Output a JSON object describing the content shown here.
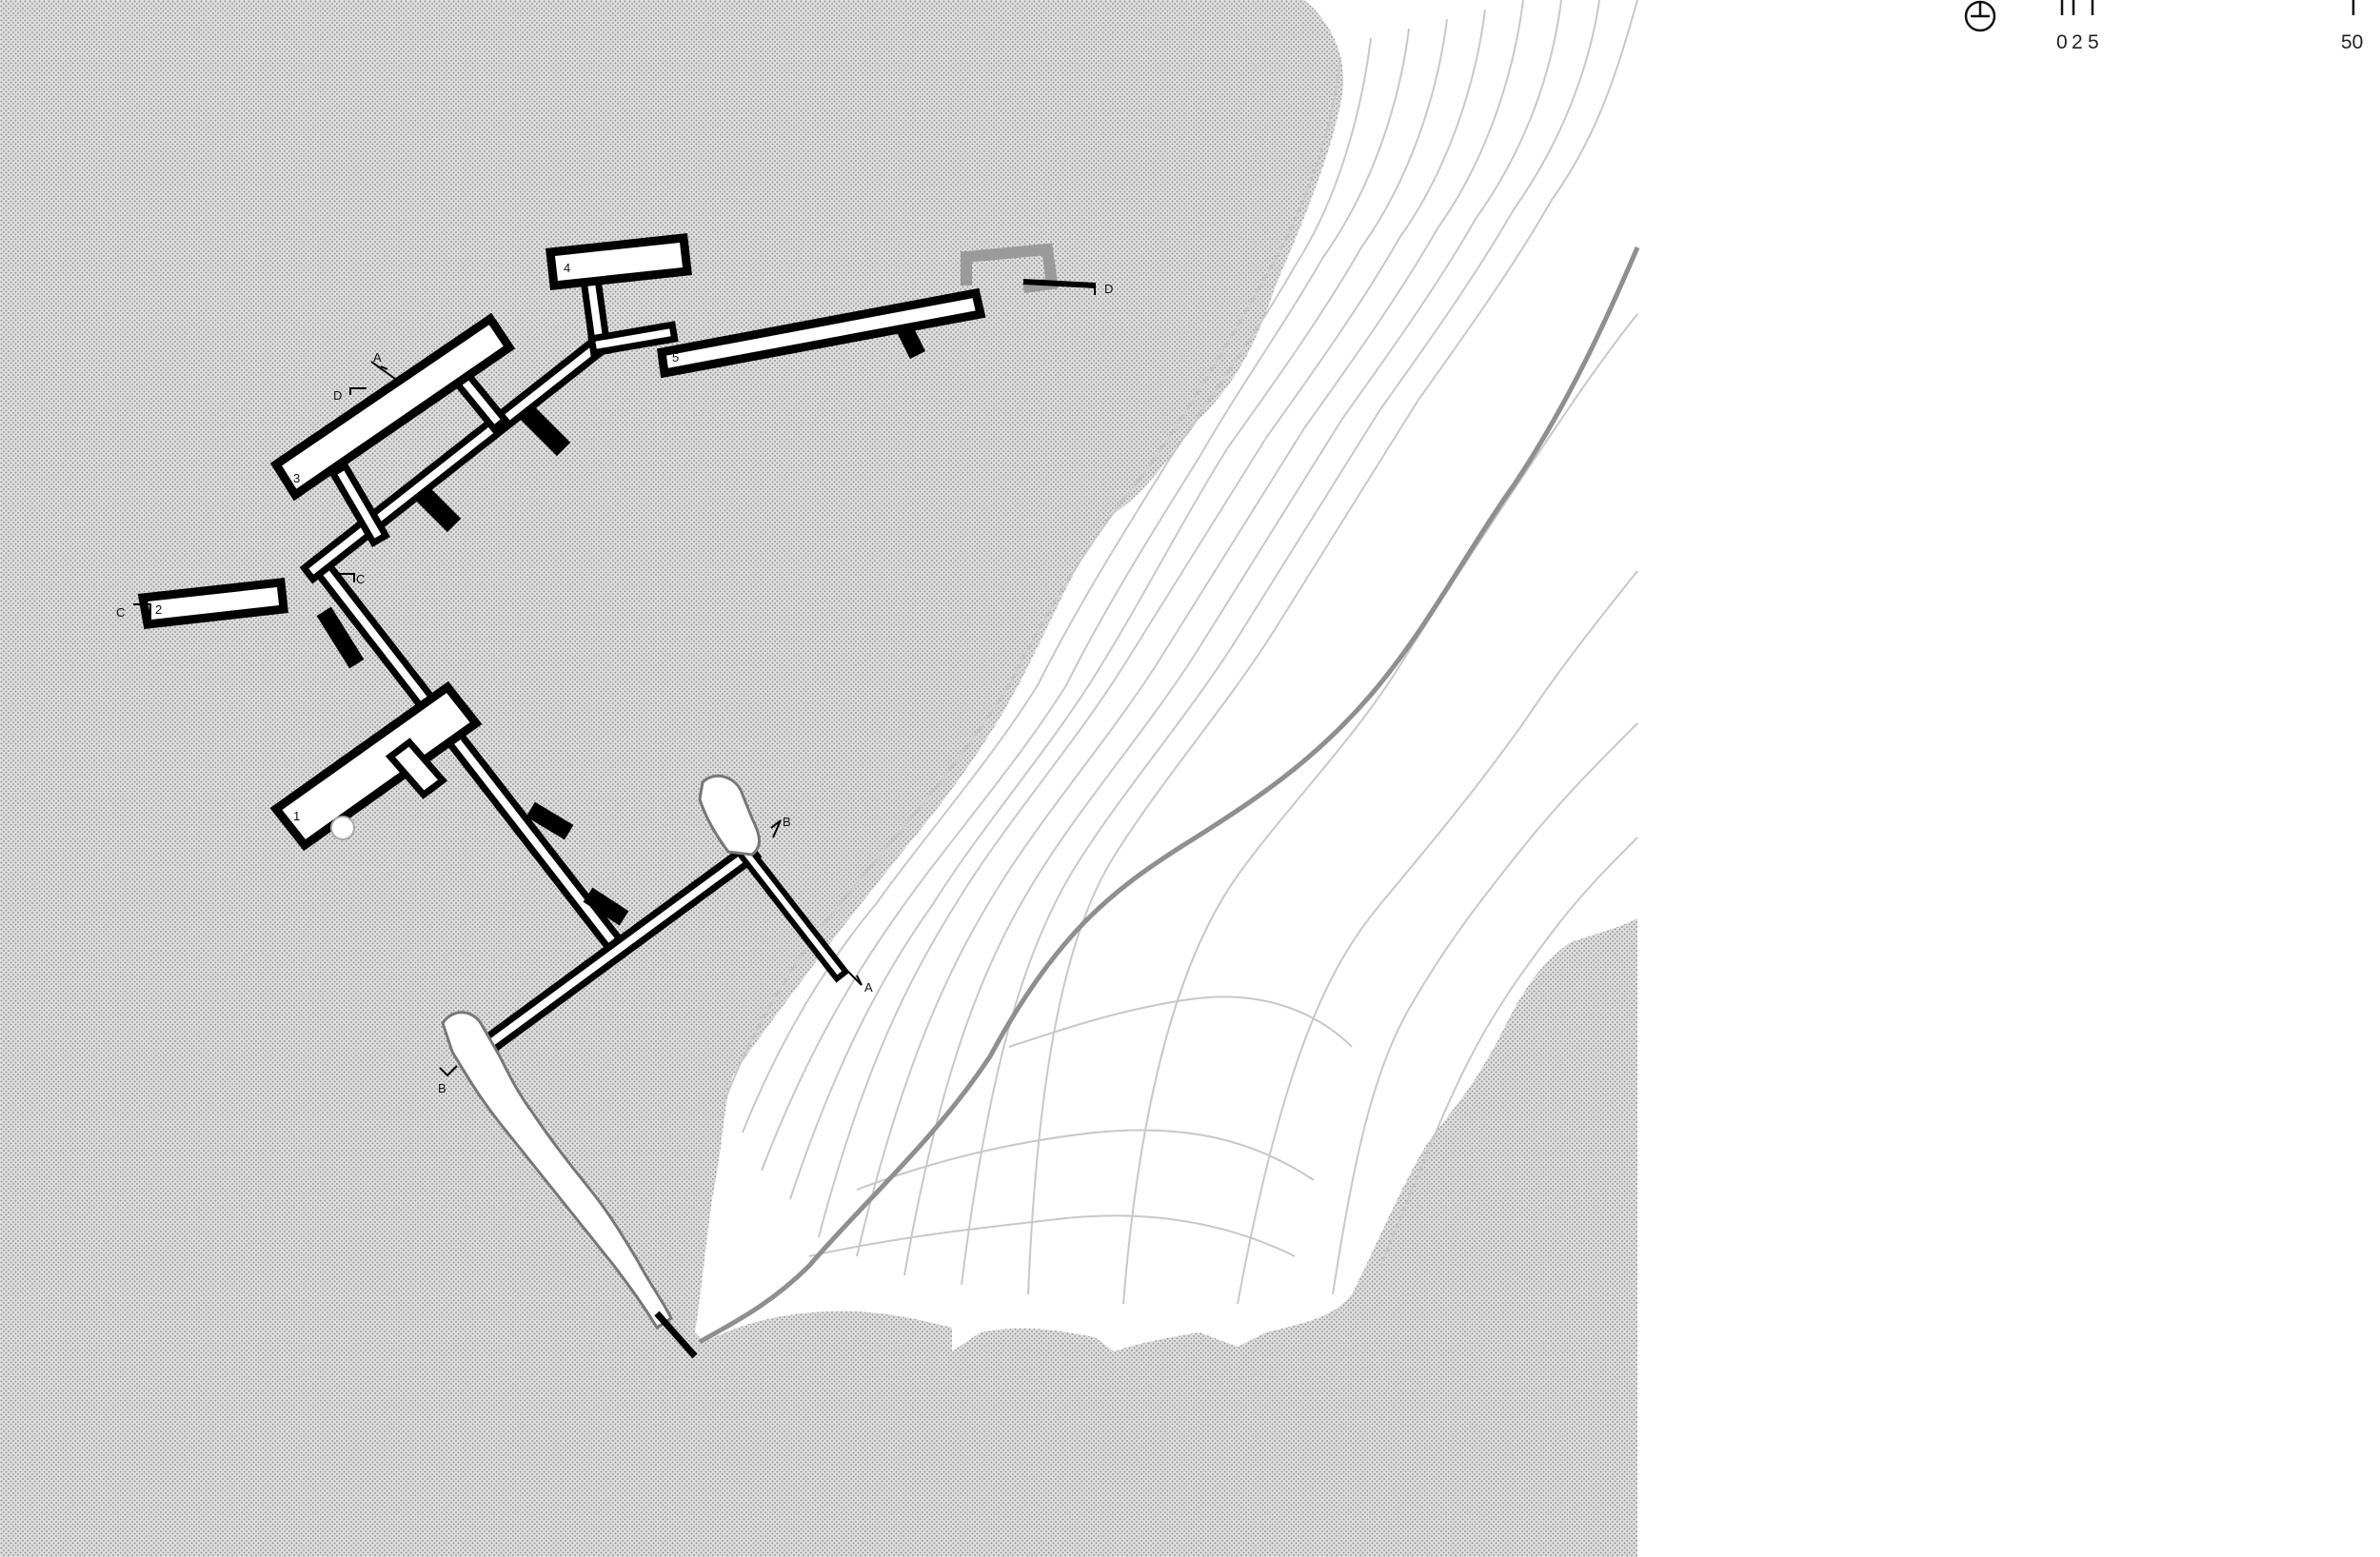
{
  "drawing": {
    "colors": {
      "ground_fill": "#d9d9d9",
      "ground_dots": "#8a8a8a",
      "wall": "#000000",
      "room_interior": "#ffffff",
      "existing_structure": "#9a9a9a",
      "contour": "#c4c4c4",
      "path_line": "#8f8f8f"
    },
    "rooms": [
      {
        "id": "1",
        "label": "1"
      },
      {
        "id": "2",
        "label": "2"
      },
      {
        "id": "3",
        "label": "3"
      },
      {
        "id": "4",
        "label": "4"
      },
      {
        "id": "5",
        "label": "5"
      }
    ],
    "section_marks": {
      "a": "A",
      "b": "B",
      "c": "C",
      "d": "D"
    }
  },
  "north_arrow": {
    "icon": "north-arrow-icon"
  },
  "scale_bar": {
    "labels": [
      "0",
      "2",
      "5",
      "50"
    ]
  }
}
